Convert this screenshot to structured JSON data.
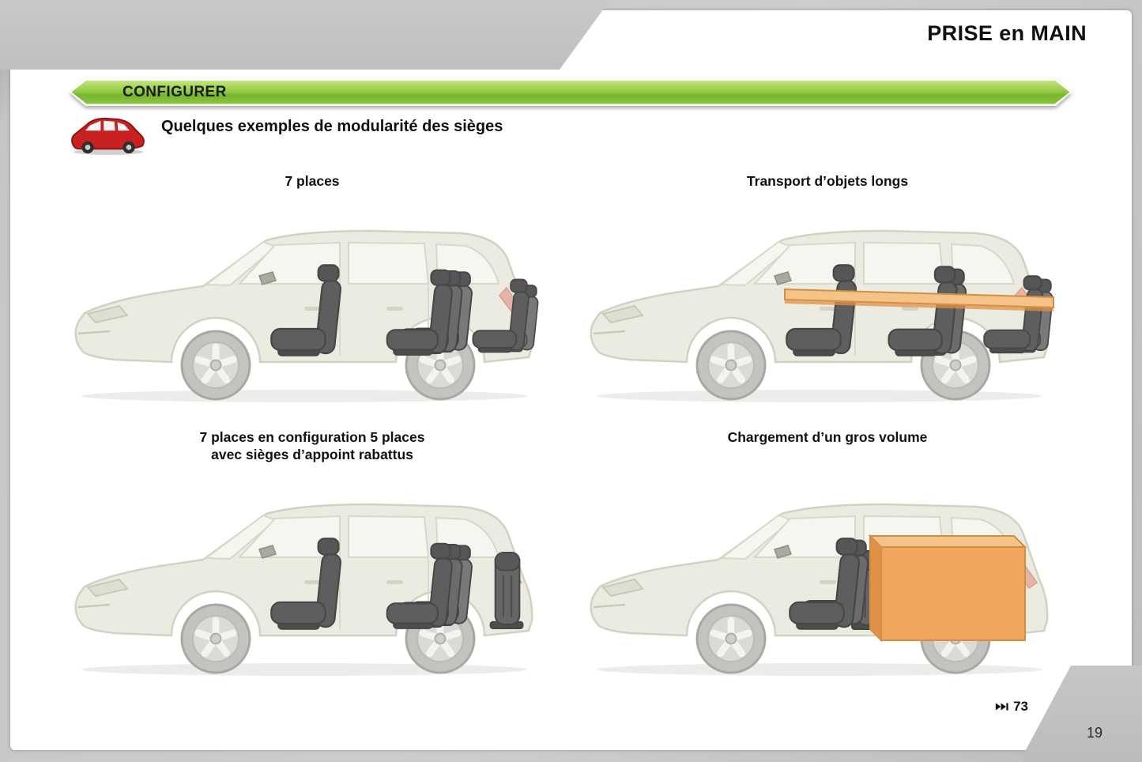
{
  "header": {
    "title": "PRISE en MAIN"
  },
  "banner": {
    "label": "CONFIGURER"
  },
  "section": {
    "title": "Quelques exemples de modularité des sièges"
  },
  "figures": [
    {
      "caption": "7 places",
      "variant": "seven"
    },
    {
      "caption": "Transport d’objets longs",
      "variant": "long"
    },
    {
      "caption": "7 places en configuration 5 places\navec sièges d’appoint rabattus",
      "variant": "five"
    },
    {
      "caption": "Chargement d’un gros volume",
      "variant": "volume"
    }
  ],
  "footer": {
    "page_reference": "73",
    "page_number": "19"
  },
  "colors": {
    "banner_green": "#8cc63e",
    "icon_red": "#c92121",
    "accent_orange": "#f0a75d",
    "accent_orange_light": "#f5c388",
    "accent_orange_dark": "#e09147"
  }
}
